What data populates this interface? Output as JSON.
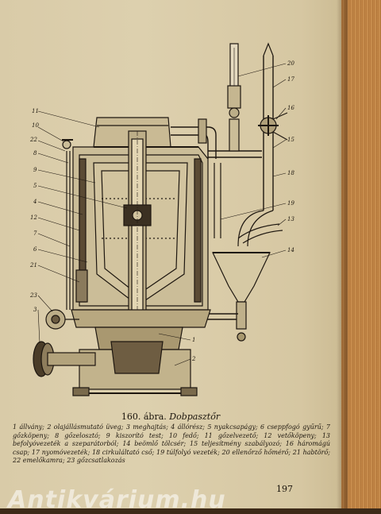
{
  "caption": {
    "prefix": "160. ábra.",
    "name": "Dobpasztőr"
  },
  "legend": {
    "text": "1 állvány; 2 olajállásmutató üveg; 3 meghajtás; 4 állórész; 5 nyakcsapágy; 6 cseppfogó gyűrű; 7 gőzköpeny; 8 gőzelosztó; 9 kiszorító test; 10 fedő; 11 gőzelvezető; 12 vetőköpeny; 13 befolyóvezeték a szeparátorból; 14 beömlő tölcsér; 15 teljesítmény szabályozó; 16 háromágú csap; 17 nyomóvezeték; 18 cirkuláltató cső; 19 túlfolyó vezeték; 20 ellenőrző hőmérő; 21 habtörő; 22 emelőkamra; 23 gőzcsatlakozás"
  },
  "labels": {
    "left": [
      "11",
      "10",
      "22",
      "8",
      "9",
      "5",
      "4",
      "12",
      "7",
      "6",
      "21",
      "23",
      "3"
    ],
    "right": [
      "20",
      "17",
      "16",
      "15",
      "18",
      "19",
      "13",
      "14"
    ],
    "bottom": [
      "1",
      "2"
    ]
  },
  "page_number": "197",
  "watermark": "Antikvárium.hu"
}
